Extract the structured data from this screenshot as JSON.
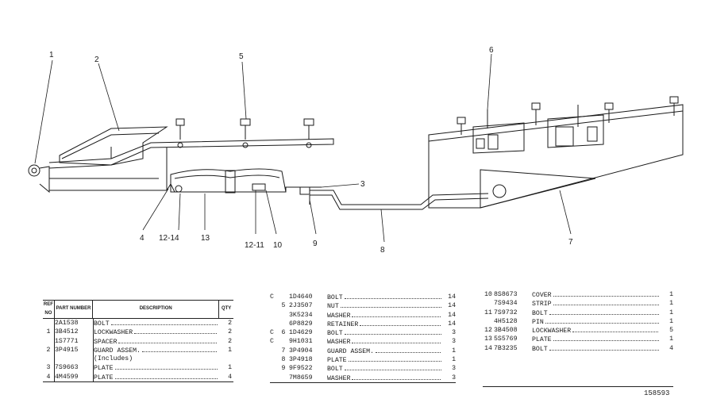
{
  "callouts": {
    "c1": "1",
    "c2": "2",
    "c3": "3",
    "c4": "4",
    "c5": "5",
    "c6": "6",
    "c7": "7",
    "c8": "8",
    "c9": "9",
    "c10": "10",
    "c12_14": "12-14",
    "c13": "13",
    "c12_11": "12-11"
  },
  "table1": {
    "headers": {
      "ref": "REF NO",
      "part": "PART NUMBER",
      "desc": "DESCRIPTION",
      "qty": "QTY"
    },
    "rows": [
      {
        "ref": "",
        "part": "2A1538",
        "desc": "BOLT",
        "qty": "2"
      },
      {
        "ref": "1",
        "part": "3B4512",
        "desc": "LOCKWASHER",
        "qty": "2"
      },
      {
        "ref": "",
        "part": "1S7771",
        "desc": "SPACER",
        "qty": "2"
      },
      {
        "ref": "2",
        "part": "3P4915",
        "desc": "GUARD ASSEM.",
        "qty": "1"
      },
      {
        "ref": "",
        "part": "",
        "desc": "(Includes)",
        "qty": ""
      },
      {
        "ref": "3",
        "part": "7S9663",
        "desc": "PLATE",
        "qty": "1"
      },
      {
        "ref": "4",
        "part": "4M4599",
        "desc": "PLATE",
        "qty": "4"
      }
    ]
  },
  "table2": {
    "rows": [
      {
        "mark": "C",
        "ref": "",
        "part": "1D4640",
        "desc": "BOLT",
        "qty": "14"
      },
      {
        "mark": "",
        "ref": "5",
        "part": "2J3507",
        "desc": "NUT",
        "qty": "14"
      },
      {
        "mark": "",
        "ref": "",
        "part": "3K5234",
        "desc": "WASHER",
        "qty": "14"
      },
      {
        "mark": "",
        "ref": "",
        "part": "6P8829",
        "desc": "RETAINER",
        "qty": "14"
      },
      {
        "mark": "C",
        "ref": "6",
        "part": "1D4629",
        "desc": "BOLT",
        "qty": "3"
      },
      {
        "mark": "C",
        "ref": "",
        "part": "9H1031",
        "desc": "WASHER",
        "qty": "3"
      },
      {
        "mark": "",
        "ref": "7",
        "part": "3P4904",
        "desc": "GUARD ASSEM.",
        "qty": "1"
      },
      {
        "mark": "",
        "ref": "8",
        "part": "3P4918",
        "desc": "PLATE",
        "qty": "1"
      },
      {
        "mark": "",
        "ref": "9",
        "part": "9F9522",
        "desc": "BOLT",
        "qty": "3"
      },
      {
        "mark": "",
        "ref": "",
        "part": "7M8659",
        "desc": "WASHER",
        "qty": "3"
      }
    ]
  },
  "table3": {
    "rows": [
      {
        "ref": "10",
        "part": "8S8673",
        "desc": "COVER",
        "qty": "1"
      },
      {
        "ref": "",
        "part": "7S9434",
        "desc": "STRIP",
        "qty": "1"
      },
      {
        "ref": "11",
        "part": "7S9732",
        "desc": "BOLT",
        "qty": "1"
      },
      {
        "ref": "",
        "part": "4H5128",
        "desc": "PIN",
        "qty": "1"
      },
      {
        "ref": "12",
        "part": "3B4508",
        "desc": "LOCKWASHER",
        "qty": "5"
      },
      {
        "ref": "13",
        "part": "5S5769",
        "desc": "PLATE",
        "qty": "1"
      },
      {
        "ref": "14",
        "part": "7B3235",
        "desc": "BOLT",
        "qty": "4"
      }
    ]
  },
  "figure_number": "158593"
}
